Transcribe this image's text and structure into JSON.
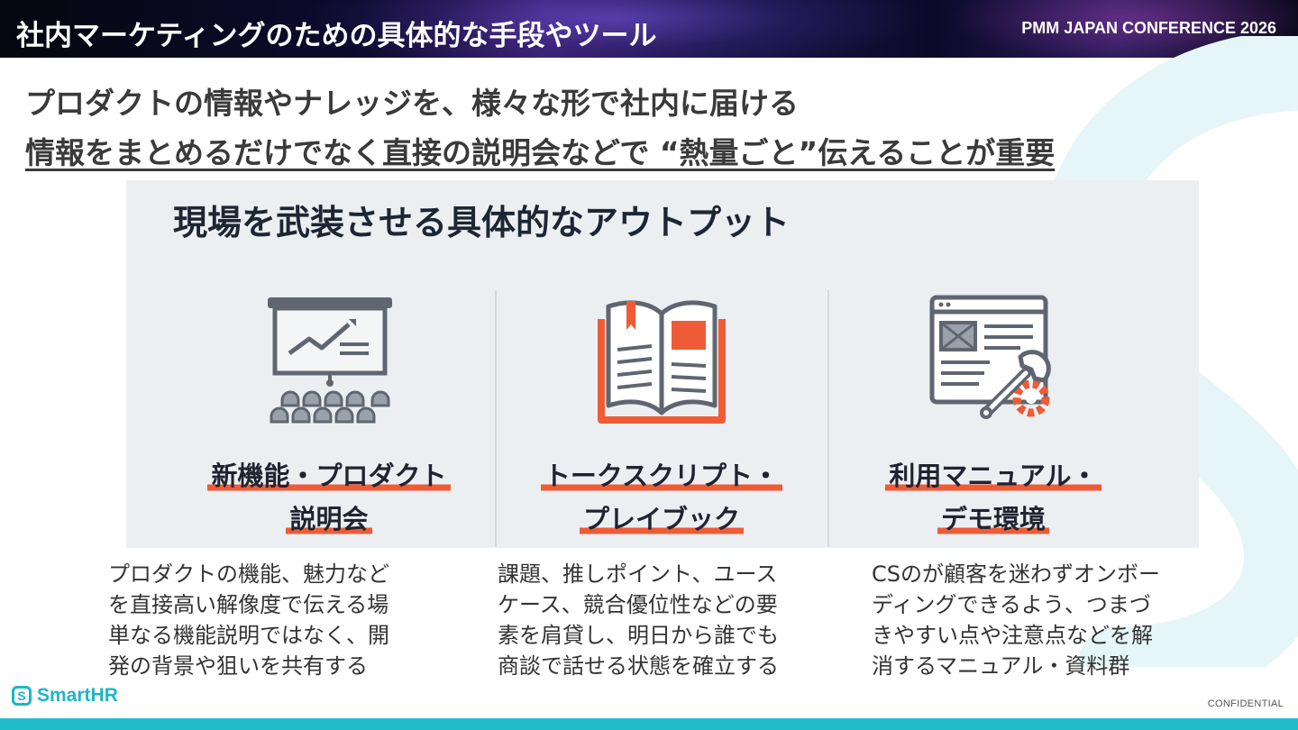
{
  "header": {
    "title": "社内マーケティングのための具体的な手段やツール",
    "conference": "PMM JAPAN CONFERENCE 2026"
  },
  "headline": {
    "line1": "プロダクトの情報やナレッジを、様々な形で社内に届ける",
    "line2": "情報をまとめるだけでなく直接の説明会などで “熱量ごと”伝えることが重要"
  },
  "panel": {
    "title": "現場を武装させる具体的なアウトプット",
    "cards": [
      {
        "icon": "presentation-screen-icon",
        "label_line1": "新機能・プロダクト",
        "label_line2": "説明会"
      },
      {
        "icon": "open-book-icon",
        "label_line1": "トークスクリプト・",
        "label_line2": "プレイブック"
      },
      {
        "icon": "manual-wrench-icon",
        "label_line1": "利用マニュアル・",
        "label_line2": "デモ環境"
      }
    ]
  },
  "descriptions": [
    [
      "プロダクトの機能、魅力など",
      "を直接高い解像度で伝える場",
      "単なる機能説明ではなく、開",
      "発の背景や狙いを共有する"
    ],
    [
      "課題、推しポイント、ユース",
      "ケース、競合優位性などの要",
      "素を肩貸し、明日から誰でも",
      "商談で話せる状態を確立する"
    ],
    [
      "CSのが顧客を迷わずオンボー",
      "ディングできるよう、つまづ",
      "きやすい点や注意点などを解",
      "消するマニュアル・資料群"
    ]
  ],
  "footer": {
    "logo_text": "SmartHR",
    "confidential": "CONFIDENTIAL"
  },
  "colors": {
    "accent_orange": "#ef5b36",
    "brand_teal": "#21bccc",
    "panel_bg": "#eceff2",
    "icon_gray": "#5f6670"
  }
}
